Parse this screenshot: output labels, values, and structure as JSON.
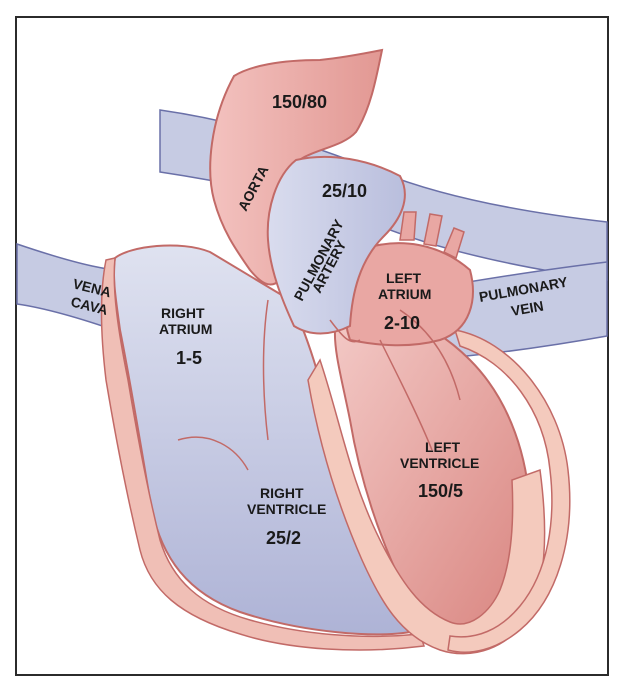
{
  "labels": {
    "aorta": "AORTA",
    "aorta_pressure": "150/80",
    "pulmonary_artery_1": "PULMONARY",
    "pulmonary_artery_2": "ARTERY",
    "pulmonary_artery_pressure": "25/10",
    "vena_cava_1": "VENA",
    "vena_cava_2": "CAVA",
    "right_atrium_1": "RIGHT",
    "right_atrium_2": "ATRIUM",
    "right_atrium_pressure": "1-5",
    "left_atrium_1": "LEFT",
    "left_atrium_2": "ATRIUM",
    "left_atrium_pressure": "2-10",
    "pulmonary_vein_1": "PULMONARY",
    "pulmonary_vein_2": "VEIN",
    "right_ventricle_1": "RIGHT",
    "right_ventricle_2": "VENTRICLE",
    "right_ventricle_pressure": "25/2",
    "left_ventricle_1": "LEFT",
    "left_ventricle_2": "VENTRICLE",
    "left_ventricle_pressure": "150/5"
  },
  "colors": {
    "oxygenated": "#e9a3a0",
    "deoxygenated": "#c9cde3",
    "outline": "#c26a67",
    "vein_outline": "#6a70a8",
    "muscle": "#f1c3b8"
  }
}
